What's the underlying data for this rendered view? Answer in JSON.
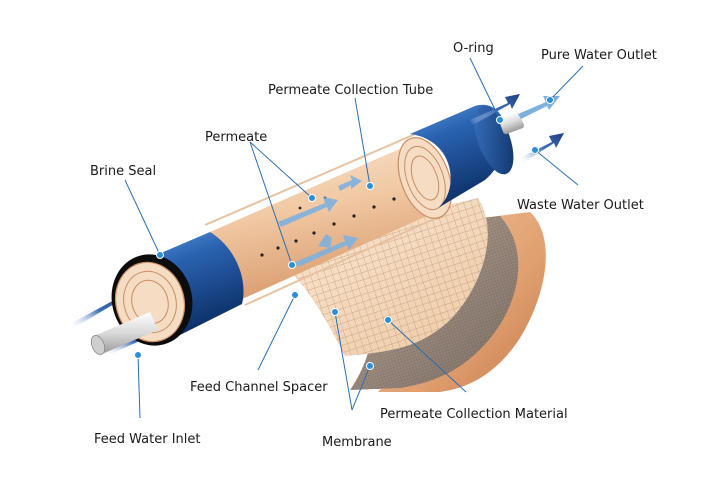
{
  "labels": {
    "o_ring": "O-ring",
    "pure_water_outlet": "Pure Water Outlet",
    "permeate_collection_tube": "Permeate Collection Tube",
    "permeate": "Permeate",
    "brine_seal": "Brine Seal",
    "waste_water_outlet": "Waste Water Outlet",
    "feed_channel_spacer": "Feed Channel Spacer",
    "permeate_collection_material": "Permeate Collection Material",
    "feed_water_inlet": "Feed Water Inlet",
    "membrane": "Membrane"
  },
  "colors": {
    "housing_blue": "#1f5aa6",
    "housing_dark": "#0e3570",
    "membrane_peach": "#efc9a8",
    "membrane_copper": "#d9936a",
    "spacer_tan": "#f3d7b5",
    "flow_arrow": "#7fb1df",
    "callout_line": "#2a6fb0",
    "callout_dot": "#2a8fd6"
  }
}
